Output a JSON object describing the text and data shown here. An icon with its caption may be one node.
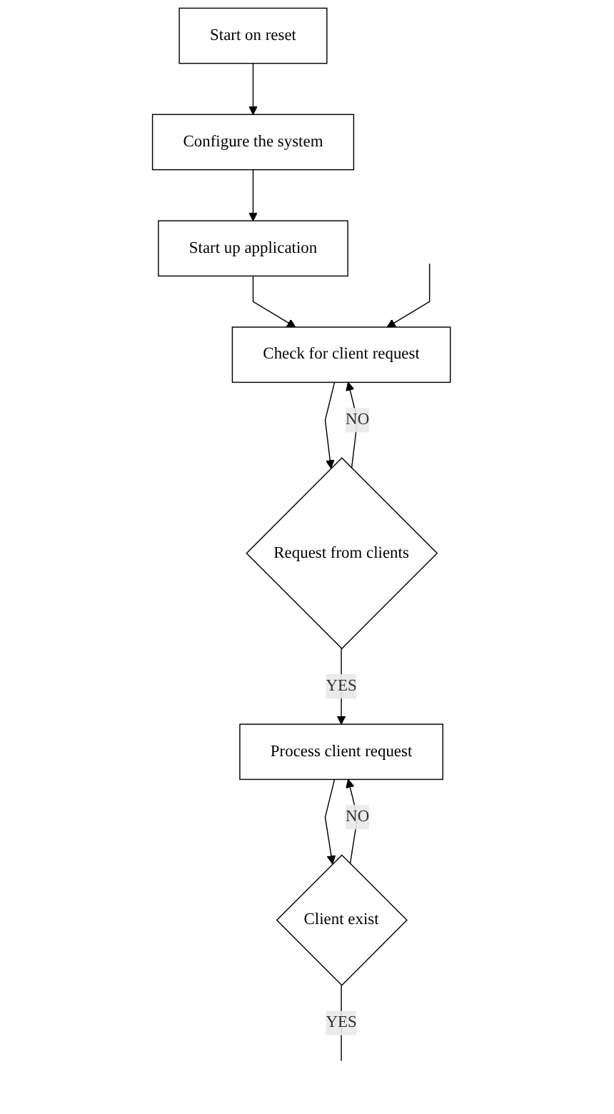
{
  "diagram": {
    "nodes": [
      {
        "text": [
          "Start on reset"
        ]
      },
      {
        "text": [
          "Configure the system"
        ]
      },
      {
        "text": [
          "Start up application"
        ]
      },
      {
        "text": [
          "Check for client request"
        ]
      },
      {
        "text": [
          "Request from clients"
        ]
      },
      {
        "text": [
          "Process client request"
        ]
      },
      {
        "text": [
          "Client exist"
        ]
      }
    ],
    "edges": [
      {
        "from": 0,
        "to": 1,
        "arrow": "to"
      },
      {
        "from": 1,
        "to": 2,
        "arrow": "to"
      },
      {
        "from": 2,
        "to": 3,
        "arrow": "to"
      },
      {
        "from": null,
        "to": 3,
        "arrow": "to"
      },
      {
        "from": 3,
        "to": 4,
        "arrow": "to"
      },
      {
        "from": 4,
        "to": 3,
        "label": "NO",
        "arrow": "to"
      },
      {
        "from": 4,
        "to": 5,
        "label": "YES",
        "arrow": "to"
      },
      {
        "from": 5,
        "to": 6,
        "arrow": "to"
      },
      {
        "from": 6,
        "to": 5,
        "label": "NO",
        "arrow": "to"
      },
      {
        "from": 6,
        "to": null,
        "label": "YES",
        "arrow": "none"
      }
    ]
  }
}
